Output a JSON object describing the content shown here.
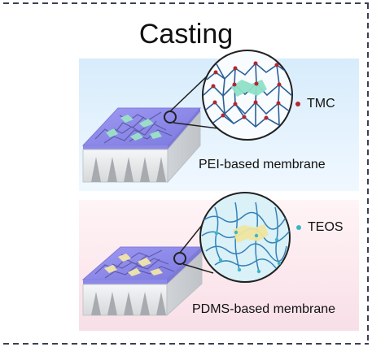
{
  "title": "Casting",
  "top_panel": {
    "membrane_label": "PEI-based membrane",
    "legend_label": "TMC",
    "legend_color": "#b3262e"
  },
  "bottom_panel": {
    "membrane_label": "PDMS-based membrane",
    "legend_label": "TEOS",
    "legend_color": "#3bb6c8"
  },
  "colors": {
    "frame_dash": "#3b3f56",
    "membrane_layer": "#8a86e8",
    "support": "#e4e6e8",
    "top_panel_bg": "#dbeefd",
    "bottom_panel_bg": "#fbe6ec"
  }
}
